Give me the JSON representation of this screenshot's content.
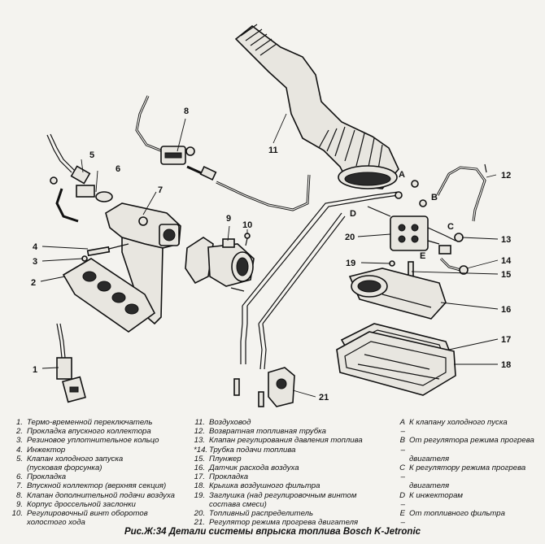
{
  "caption": "Рис.Ж:34 Детали системы впрыска топлива Bosch K-Jetronic",
  "callout_numbers": [
    "1",
    "2",
    "3",
    "4",
    "5",
    "6",
    "7",
    "8",
    "9",
    "10",
    "11",
    "12",
    "13",
    "14",
    "15",
    "16",
    "17",
    "18",
    "19",
    "20",
    "21"
  ],
  "callout_letters": [
    "A",
    "B",
    "C",
    "D",
    "E"
  ],
  "legend_col1": [
    {
      "n": "1.",
      "t": "Термо-временной переключатель"
    },
    {
      "n": "2.",
      "t": "Прокладка впускного коллектора"
    },
    {
      "n": "3.",
      "t": "Резиновое уплотнительное кольцо"
    },
    {
      "n": "4.",
      "t": "Инжектор"
    },
    {
      "n": "5.",
      "t": "Клапан холодного запуска"
    },
    {
      "n": "",
      "t": "(пусковая форсунка)"
    },
    {
      "n": "6.",
      "t": "Прокладка"
    },
    {
      "n": "7.",
      "t": "Впускной коллектор (верхняя секция)"
    },
    {
      "n": "8.",
      "t": "Клапан дополнительной подачи воздуха"
    },
    {
      "n": "9.",
      "t": "Корпус дроссельной заслонки"
    },
    {
      "n": "10.",
      "t": "Регулировочный винт оборотов"
    },
    {
      "n": "",
      "t": "холостого хода"
    }
  ],
  "legend_col2": [
    {
      "n": "11.",
      "t": "Воздуховод"
    },
    {
      "n": "12.",
      "t": "Возвратная топливная трубка"
    },
    {
      "n": "13.",
      "t": "Клапан регулирования давления топлива"
    },
    {
      "n": "*14.",
      "t": "Трубка подачи топлива"
    },
    {
      "n": "15.",
      "t": "Плунжер"
    },
    {
      "n": "16.",
      "t": "Датчик расхода воздуха"
    },
    {
      "n": "17.",
      "t": "Прокладка"
    },
    {
      "n": "18.",
      "t": "Крышка воздушного фильтра"
    },
    {
      "n": "19.",
      "t": "Заглушка (над регулировочным винтом"
    },
    {
      "n": "",
      "t": "состава смеси)"
    },
    {
      "n": "20.",
      "t": "Топливный распределитель"
    },
    {
      "n": "21.",
      "t": "Регулятор режима прогрева двигателя"
    }
  ],
  "legend_col3": [
    {
      "n": "A –",
      "t": "К клапану холодного пуска"
    },
    {
      "n": "B –",
      "t": "От регулятора режима прогрева"
    },
    {
      "n": "",
      "t": "двигателя"
    },
    {
      "n": "C –",
      "t": "К регулятору режима прогрева"
    },
    {
      "n": "",
      "t": "двигателя"
    },
    {
      "n": "D –",
      "t": "К инжекторам"
    },
    {
      "n": "E –",
      "t": "От топливного фильтра"
    }
  ]
}
